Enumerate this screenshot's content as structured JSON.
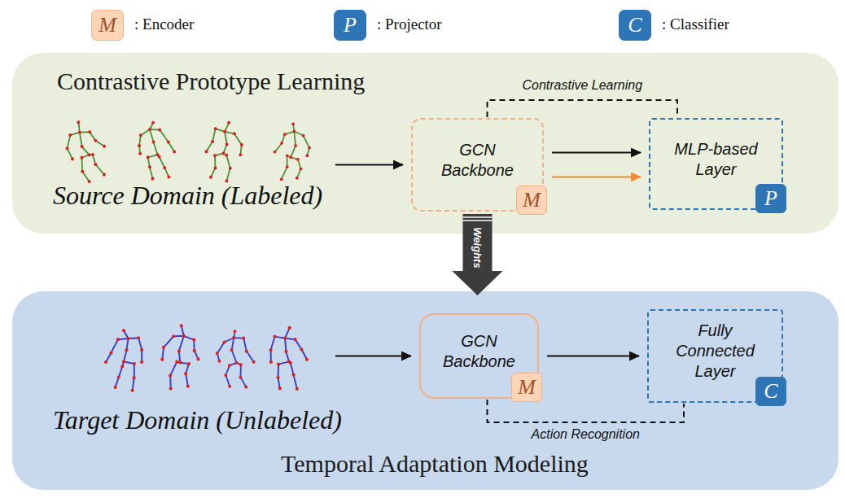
{
  "diagram": {
    "nodes": [
      {
        "text": [
          "Contrastive Prototype Learning"
        ]
      },
      {
        "text": [
          "GCN Backbone"
        ],
        "in": 0
      },
      {
        "text": [
          "MLP-based Layer"
        ],
        "in": 0
      },
      {
        "text": [
          "Temporal Adaptation Modeling"
        ]
      },
      {
        "text": [
          "GCN Backbone"
        ],
        "in": 3
      },
      {
        "text": [
          "Fully Connected Layer"
        ],
        "in": 3
      }
    ],
    "edges": [
      {
        "from": 1,
        "to": 2,
        "arrow": "none",
        "label": "Contrastive Learning"
      },
      {
        "from": 1,
        "to": 2,
        "arrow": "to"
      },
      {
        "from": 1,
        "to": 2,
        "arrow": "to"
      },
      {
        "from": 1,
        "to": 4,
        "arrow": "to",
        "label": "Weights"
      },
      {
        "from": 4,
        "to": 5,
        "arrow": "to"
      },
      {
        "from": 4,
        "to": 5,
        "arrow": "none",
        "label": "Action Recognition"
      }
    ],
    "labels": [
      "M",
      "P",
      "C",
      "Source Domain (Labeled)",
      "M",
      "P",
      "Target Domain (Unlabeled)",
      "M",
      "C"
    ],
    "legend": [
      {
        "text": ": Encoder",
        "color": "#fbd5b5"
      },
      {
        "text": ": Projector",
        "color": "#2e75b6"
      },
      {
        "text": ": Classifier",
        "color": "#2e75b6"
      }
    ]
  }
}
